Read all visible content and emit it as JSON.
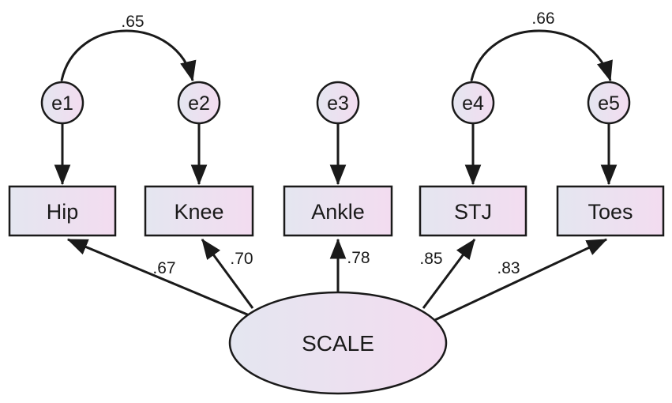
{
  "diagram": {
    "latent": {
      "label": "SCALE"
    },
    "observed": [
      {
        "id": "hip",
        "label": "Hip"
      },
      {
        "id": "knee",
        "label": "Knee"
      },
      {
        "id": "ankle",
        "label": "Ankle"
      },
      {
        "id": "stj",
        "label": "STJ"
      },
      {
        "id": "toes",
        "label": "Toes"
      }
    ],
    "errors": [
      {
        "id": "e1",
        "label": "e1"
      },
      {
        "id": "e2",
        "label": "e2"
      },
      {
        "id": "e3",
        "label": "e3"
      },
      {
        "id": "e4",
        "label": "e4"
      },
      {
        "id": "e5",
        "label": "e5"
      }
    ],
    "loadings": [
      {
        "to": "hip",
        "value": ".67"
      },
      {
        "to": "knee",
        "value": ".70"
      },
      {
        "to": "ankle",
        "value": ".78"
      },
      {
        "to": "stj",
        "value": ".85"
      },
      {
        "to": "toes",
        "value": ".83"
      }
    ],
    "correlations": [
      {
        "between": [
          "e1",
          "e2"
        ],
        "value": ".65"
      },
      {
        "between": [
          "e4",
          "e5"
        ],
        "value": ".66"
      }
    ],
    "colors": {
      "fill_left": "#e4e6f0",
      "fill_right": "#f3dcf0",
      "stroke": "#1a1a1a"
    }
  }
}
